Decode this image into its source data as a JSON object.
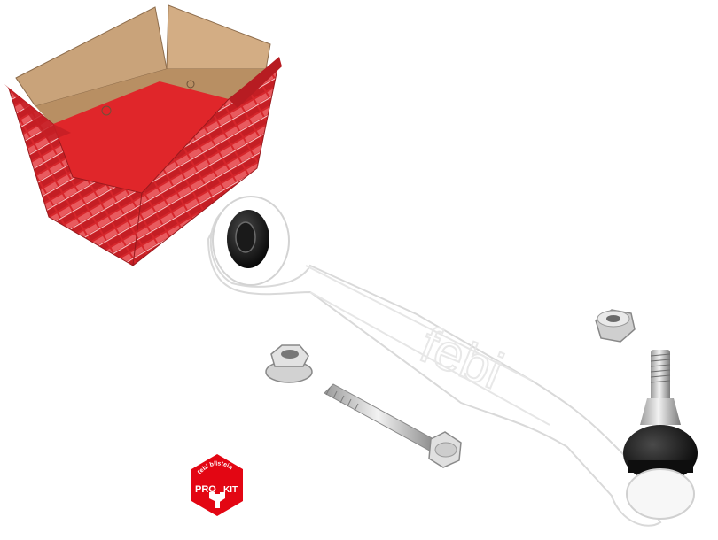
{
  "badge": {
    "arc_text": "febi bilstein",
    "pro": "PRO",
    "kit": "KIT",
    "color": "#e30613"
  },
  "box": {
    "print_color": "#d6262b",
    "cardboard_color": "#c9a37a"
  },
  "arm_watermark": "febi"
}
